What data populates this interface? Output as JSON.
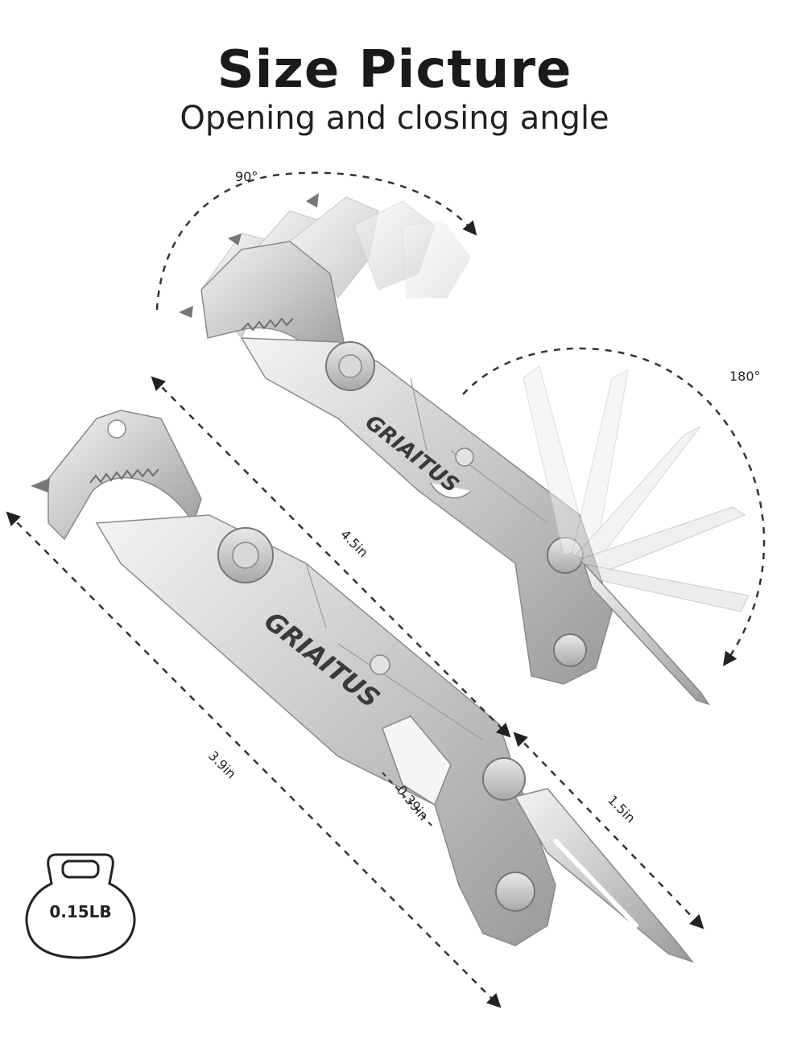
{
  "header": {
    "title": "Size Picture",
    "subtitle": "Opening and closing angle"
  },
  "angles": {
    "top": "90°",
    "right": "180°"
  },
  "dimensions": {
    "length_total": "3.9in",
    "length_folded": "4.5in",
    "blade": "1.5in",
    "thickness": "0.39in"
  },
  "brand": {
    "logo_text": "GRIAITUS"
  },
  "weight": {
    "value": "0.15LB"
  },
  "colors": {
    "steel_light": "#e6e6e6",
    "steel_mid": "#bdbdbd",
    "steel_dark": "#8a8a8a",
    "text": "#1a1a1a"
  }
}
